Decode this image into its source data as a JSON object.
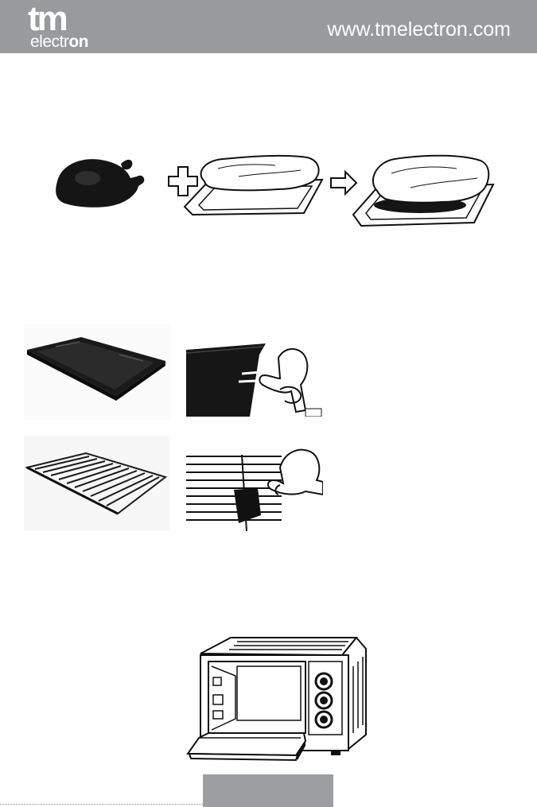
{
  "header": {
    "logo_mark": "tm",
    "logo_word_prefix": "electr",
    "logo_word_suffix": "on",
    "website": "www.tmelectron.com"
  },
  "colors": {
    "header_bg": "#989a9b",
    "page_tab": "#9c9e9f",
    "ink": "#111111"
  },
  "figures": {
    "icons": [
      "plus-icon",
      "arrow-right-icon"
    ]
  }
}
